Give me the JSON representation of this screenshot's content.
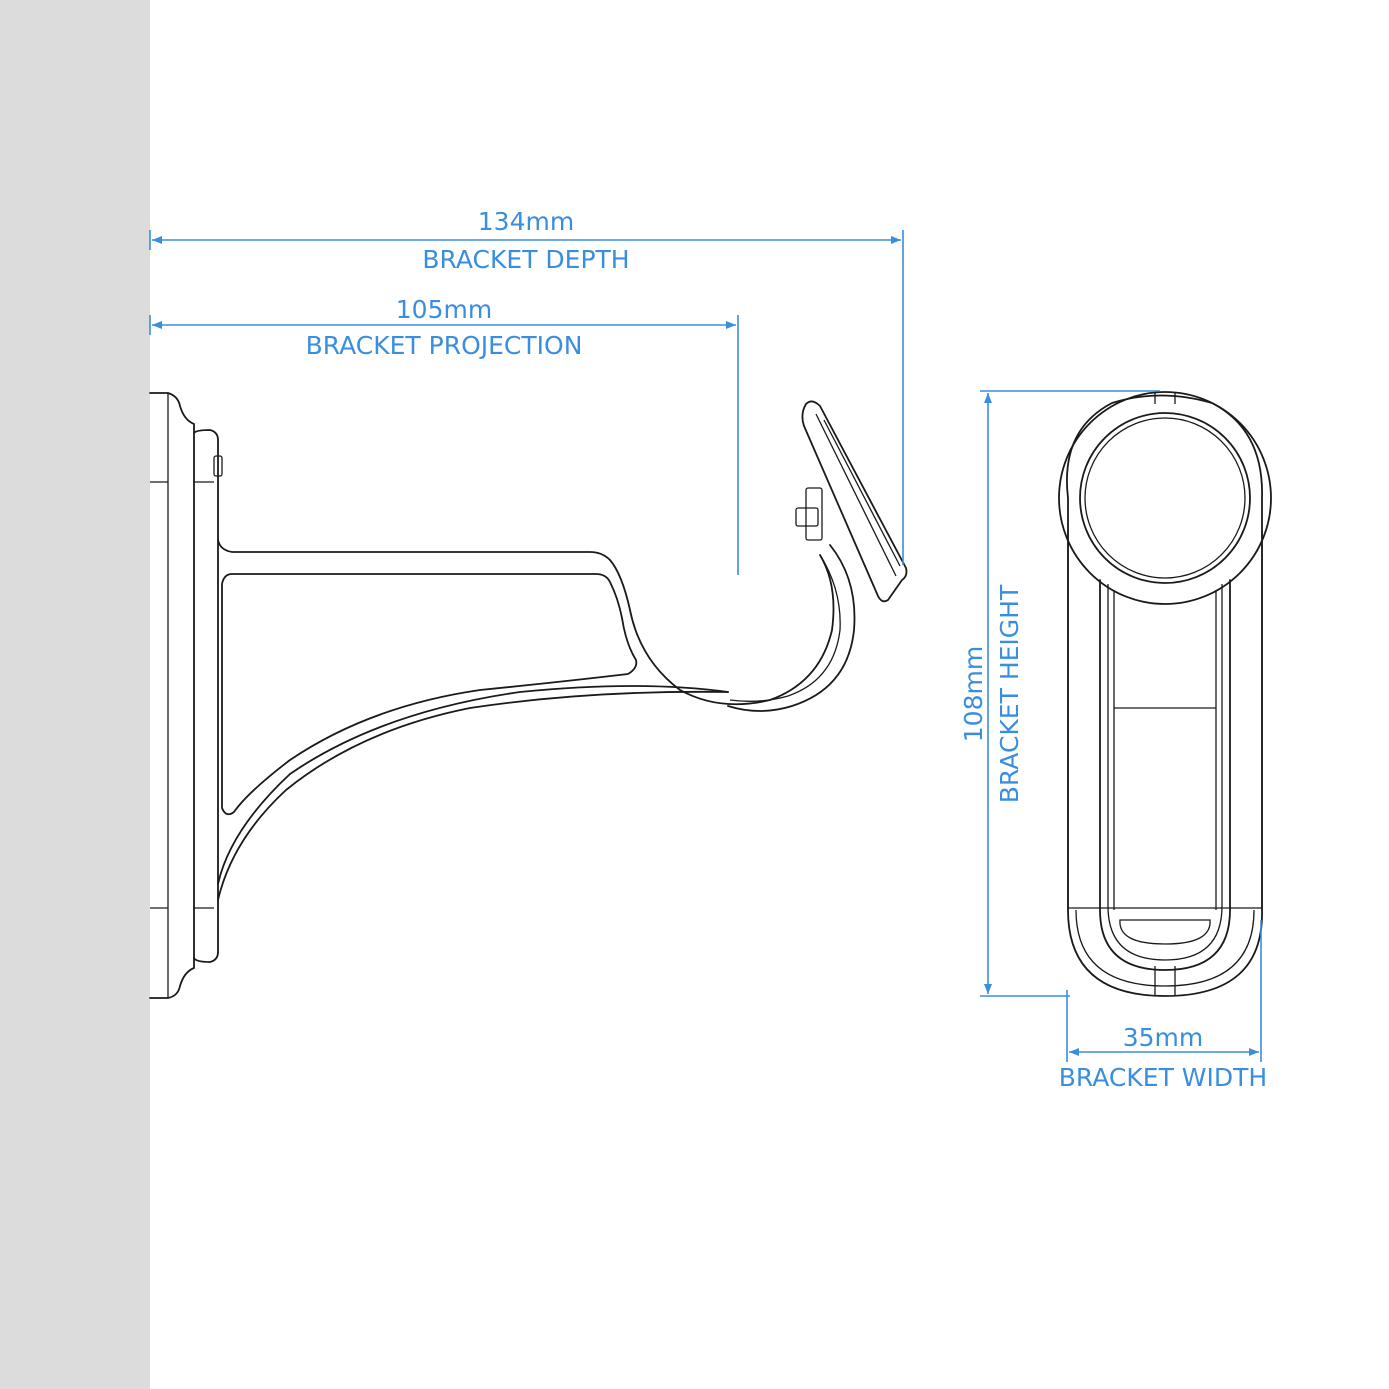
{
  "colors": {
    "background": "#ffffff",
    "wall": "#dcdcdc",
    "dimension": "#3a8ee0",
    "outline": "#1a1a1a"
  },
  "dimensions": {
    "depth": {
      "value": "134mm",
      "label": "BRACKET DEPTH"
    },
    "projection": {
      "value": "105mm",
      "label": "BRACKET PROJECTION"
    },
    "height": {
      "value": "108mm",
      "label": "BRACKET HEIGHT"
    },
    "width": {
      "value": "35mm",
      "label": "BRACKET WIDTH"
    }
  }
}
